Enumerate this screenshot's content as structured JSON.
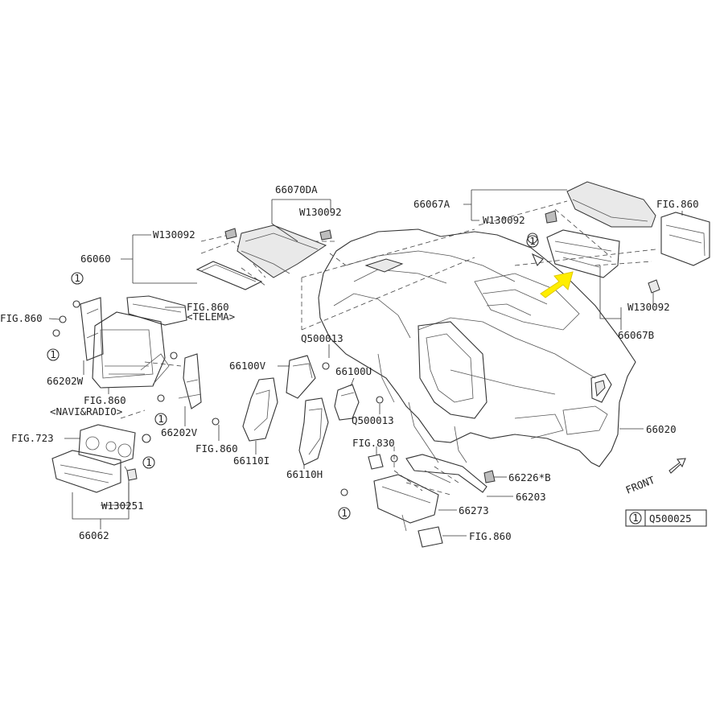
{
  "labels": {
    "p66070DA": "66070DA",
    "w130092_a": "W130092",
    "w130092_b": "W130092",
    "p66060": "66060",
    "p66067A": "66067A",
    "w130092_c": "W130092",
    "fig860_tr": "FIG.860",
    "w130092_d": "W130092",
    "p66067B": "66067B",
    "fig860_l": "FIG.860",
    "fig860_telema": "FIG.860",
    "telema": "<TELEMA>",
    "q500013_a": "Q500013",
    "p66100V": "66100V",
    "p66100U": "66100U",
    "p66202W": "66202W",
    "fig860_navi": "FIG.860",
    "navi_radio": "<NAVI&RADIO>",
    "p66202V": "66202V",
    "q500013_b": "Q500013",
    "fig860_m": "FIG.860",
    "p66110I": "66110I",
    "p66110H": "66110H",
    "p66020": "66020",
    "fig723": "FIG.723",
    "fig830": "FIG.830",
    "p66226B": "66226*B",
    "front": "FRONT",
    "p66203": "66203",
    "w130251": "W130251",
    "p66273": "66273",
    "q500025": "Q500025",
    "fig860_b": "FIG.860",
    "p66062": "66062"
  },
  "callout_digit": "1",
  "colors": {
    "arrow": "#ffee00",
    "arrow_stroke": "#e0c800"
  }
}
